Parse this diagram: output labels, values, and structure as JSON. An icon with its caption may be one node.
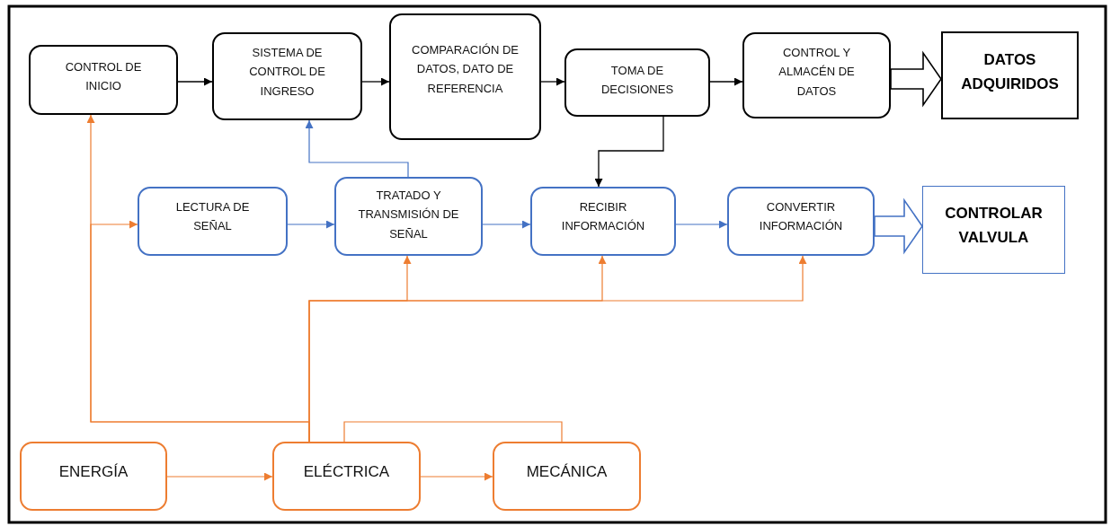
{
  "diagram": {
    "nodes": [
      {
        "text": [
          "CONTROL DE INICIO"
        ]
      },
      {
        "text": [
          "SISTEMA DE CONTROL DE INGRESO"
        ]
      },
      {
        "text": [
          "COMPARACIÓN DE DATOS, DATO DE REFERENCIA"
        ]
      },
      {
        "text": [
          "TOMA DE DECISIONES"
        ]
      },
      {
        "text": [
          "CONTROL Y ALMACÉN DE DATOS"
        ]
      },
      {
        "text": [
          "DATOS ADQUIRIDOS"
        ]
      },
      {
        "text": [
          "LECTURA DE SEÑAL"
        ]
      },
      {
        "text": [
          "TRATADO Y TRANSMISIÓN DE SEÑAL"
        ]
      },
      {
        "text": [
          "RECIBIR INFORMACIÓN"
        ]
      },
      {
        "text": [
          "CONVERTIR INFORMACIÓN"
        ]
      },
      {
        "text": [
          "CONTROLAR VALVULA"
        ]
      },
      {
        "text": [
          "ENERGÍA"
        ]
      },
      {
        "text": [
          "ELÉCTRICA"
        ]
      },
      {
        "text": [
          "MECÁNICA"
        ]
      }
    ],
    "edges": [
      {
        "from": 0,
        "to": 1,
        "arrow": "to",
        "color": "#000000"
      },
      {
        "from": 1,
        "to": 2,
        "arrow": "to",
        "color": "#000000"
      },
      {
        "from": 2,
        "to": 3,
        "arrow": "to",
        "color": "#000000"
      },
      {
        "from": 3,
        "to": 4,
        "arrow": "to",
        "color": "#000000"
      },
      {
        "from": 4,
        "to": 5,
        "arrow": "to",
        "style": "thick",
        "color": "#000000"
      },
      {
        "from": 3,
        "to": 8,
        "arrow": "to",
        "color": "#000000"
      },
      {
        "from": 6,
        "to": 7,
        "arrow": "to",
        "color": "#4472c4"
      },
      {
        "from": 7,
        "to": 1,
        "arrow": "to",
        "color": "#4472c4"
      },
      {
        "from": 7,
        "to": 8,
        "arrow": "to",
        "color": "#4472c4"
      },
      {
        "from": 8,
        "to": 9,
        "arrow": "to",
        "color": "#4472c4"
      },
      {
        "from": 9,
        "to": 10,
        "arrow": "to",
        "style": "thick",
        "color": "#4472c4"
      },
      {
        "from": 11,
        "to": 12,
        "arrow": "to"
      },
      {
        "from": 12,
        "to": 13,
        "arrow": "to"
      },
      {
        "from": 12,
        "to": 13,
        "arrow": "none"
      },
      {
        "from": 12,
        "to": 0,
        "arrow": "to"
      },
      {
        "from": 12,
        "to": 6,
        "arrow": "to"
      },
      {
        "from": 12,
        "to": 7,
        "arrow": "to"
      },
      {
        "from": 12,
        "to": 8,
        "arrow": "to"
      },
      {
        "from": 12,
        "to": 9,
        "arrow": "to"
      }
    ]
  }
}
